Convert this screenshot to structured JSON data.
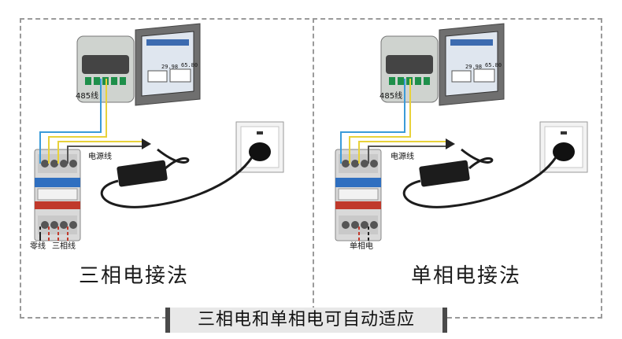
{
  "left": {
    "label_485": "485线",
    "label_power": "电源线",
    "label_neutral": "零线",
    "label_three_phase": "三相线",
    "caption": "三相电接法"
  },
  "right": {
    "label_485": "485线",
    "label_power": "电源线",
    "label_single_phase": "单相电",
    "caption": "单相电接法"
  },
  "banner": "三相电和单相电可自动适应",
  "hmi_screen": {
    "reading_1": "29.98",
    "reading_2": "65.80"
  },
  "colors": {
    "wire_blue": "#3a9bd9",
    "wire_yellow": "#e8d23a",
    "wire_black": "#222222",
    "wire_red": "#c0392b",
    "meter_red": "#c0392b",
    "meter_blue": "#2f6fc0"
  }
}
